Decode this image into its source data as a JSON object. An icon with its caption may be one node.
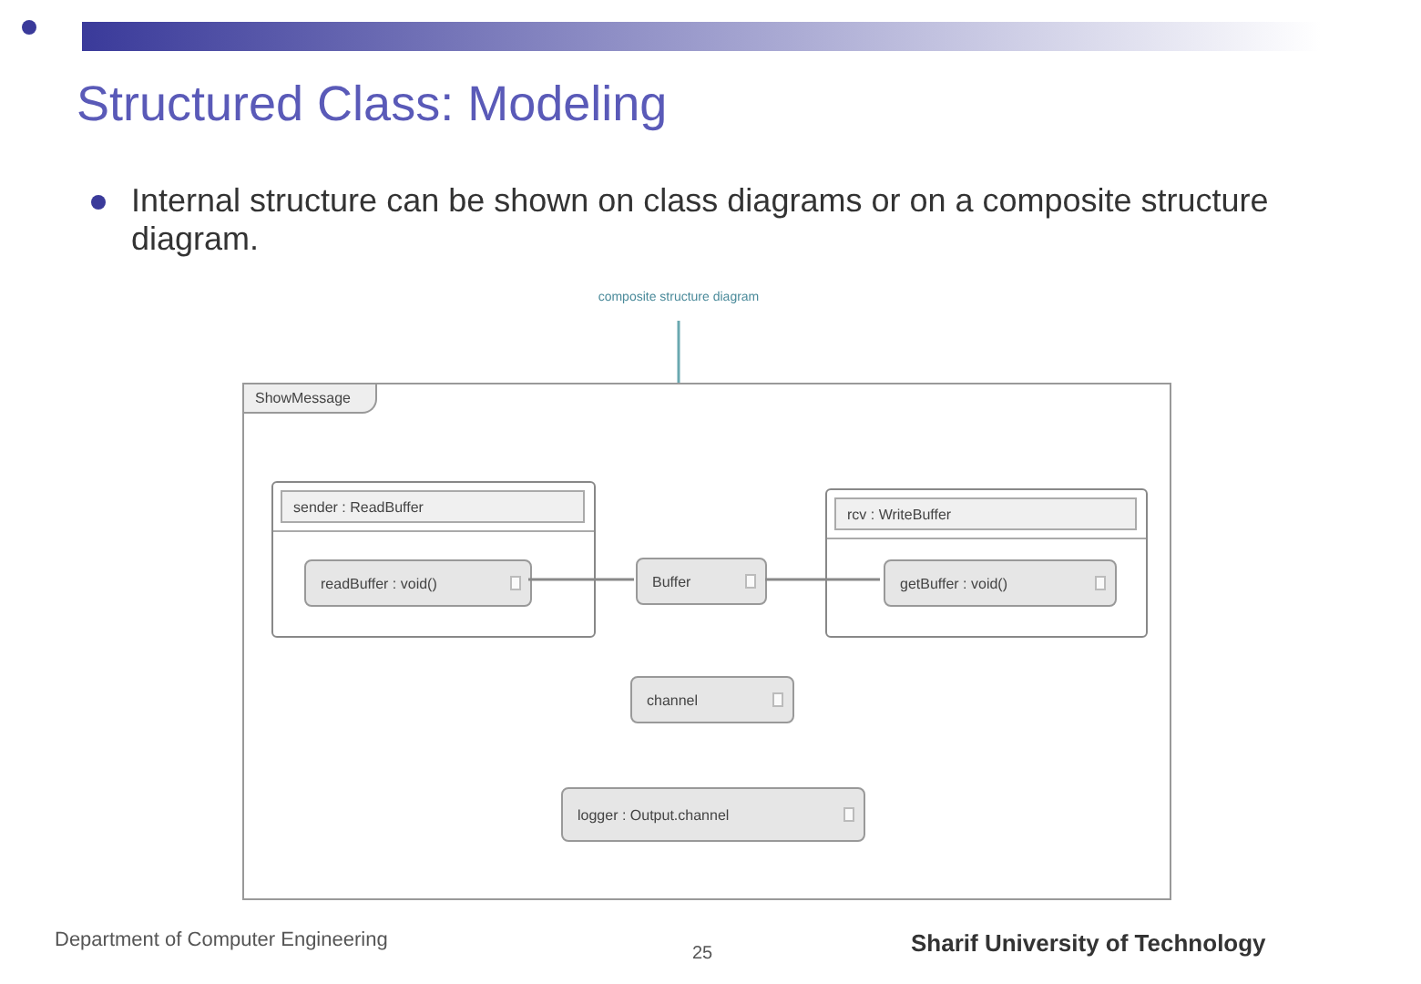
{
  "diagram": {
    "title": "Structured Class: Modeling",
    "nodes": [
      {
        "text": [
          "composite structure diagram"
        ]
      },
      {
        "text": [
          "ShowMessage"
        ]
      },
      {
        "text": [
          "sender : ReadBuffer"
        ],
        "in": 1
      },
      {
        "text": [
          "readBuffer : void()"
        ],
        "in": 2
      },
      {
        "text": [
          "Buffer"
        ],
        "in": 1
      },
      {
        "text": [
          "rcv : WriteBuffer"
        ],
        "in": 1
      },
      {
        "text": [
          "getBuffer : void()"
        ],
        "in": 5
      },
      {
        "text": [
          "channel"
        ],
        "in": 1
      },
      {
        "text": [
          "logger : Output.channel"
        ],
        "in": 1
      }
    ],
    "edges": [
      {
        "from": 0,
        "to": 1,
        "arrow": "none"
      },
      {
        "from": 3,
        "to": 4,
        "arrow": "none"
      },
      {
        "from": 4,
        "to": 6,
        "arrow": "none"
      }
    ],
    "labels": [
      "Internal structure can be shown on class diagrams or on a composite structure diagram.",
      "Department of Computer Engineering",
      "25",
      "Sharif University of Technology"
    ]
  }
}
